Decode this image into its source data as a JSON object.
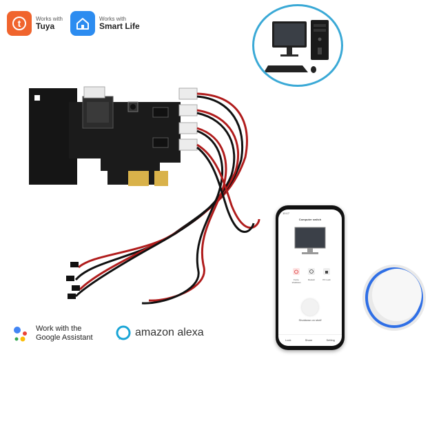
{
  "badges": {
    "tuya": {
      "small": "Works with",
      "big": "Tuya",
      "color": "#f0642d"
    },
    "smartlife": {
      "small": "Works with",
      "big": "Smart Life",
      "color": "#2c8cf0"
    }
  },
  "phone": {
    "status_time": "10:17",
    "screen_title": "Computer switch",
    "buttons": [
      "Force shutdown",
      "Restart",
      "PC Lock"
    ],
    "power_label": "Shutdown on shelf",
    "tabs": [
      "Lock",
      "Share",
      "Setting"
    ]
  },
  "assistants": {
    "google_line1": "Work with the",
    "google_line2": "Google Assistant",
    "alexa": "amazon alexa"
  },
  "colors": {
    "accent_blue": "#3aa9d6",
    "pcb": "#1b1b1b",
    "wire_red": "#b01c1c",
    "wire_black": "#111111",
    "gold": "#d9b24a"
  },
  "icons": [
    "tuya-logo-icon",
    "smart-life-logo-icon",
    "desktop-computer-icon",
    "google-assistant-icon",
    "alexa-icon"
  ]
}
